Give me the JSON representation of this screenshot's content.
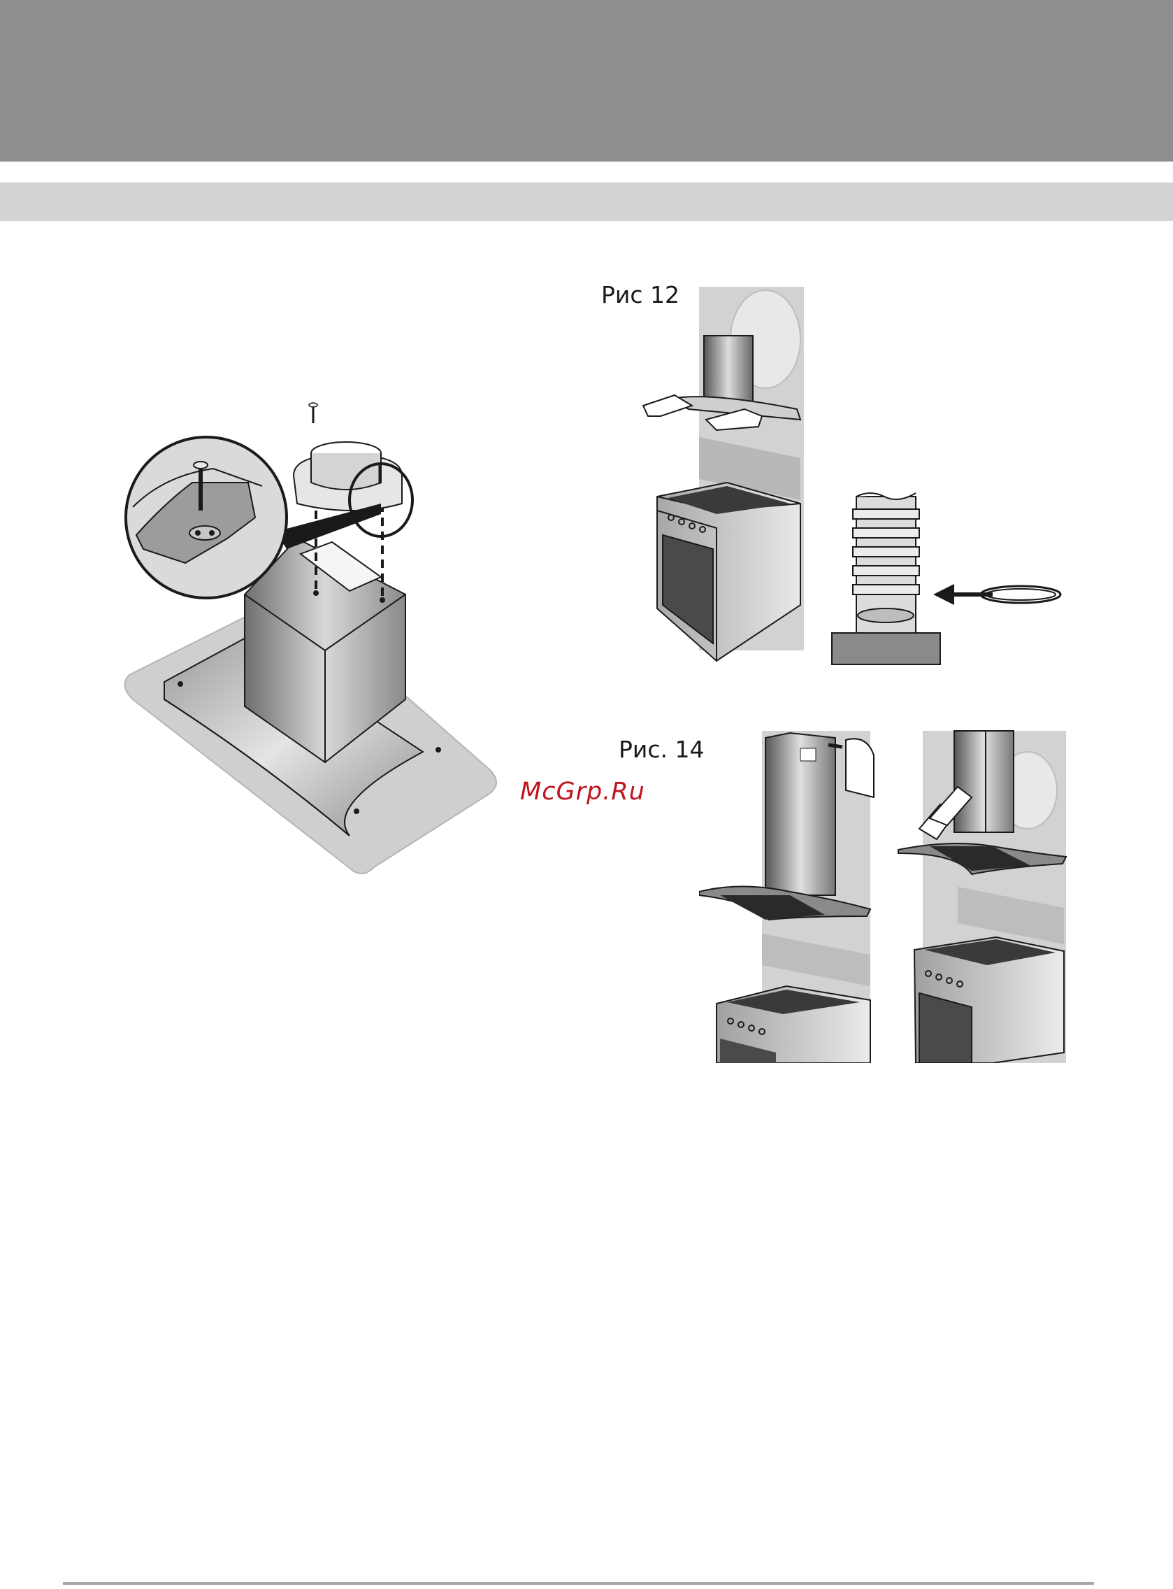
{
  "figures": {
    "fig12_label": "Рис 12",
    "fig14_label": "Рис. 14"
  },
  "watermark": {
    "text": "McGrp.Ru"
  },
  "colors": {
    "header_band": "#8f8e8f",
    "subheader_band": "#d3d3d3",
    "watermark": "#c0141b"
  }
}
